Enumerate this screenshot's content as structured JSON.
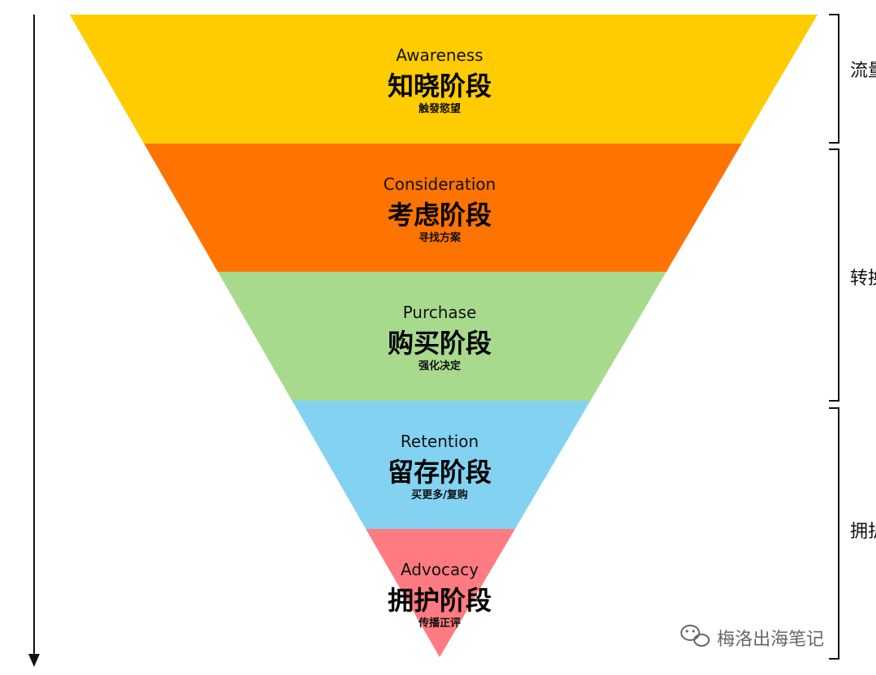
{
  "funnel": {
    "stages": [
      {
        "english": "Awareness",
        "chinese": "知晓阶段",
        "subtitle": "触發慾望",
        "color": "#FFCC00"
      },
      {
        "english": "Consideration",
        "chinese": "考虑阶段",
        "subtitle": "寻找方案",
        "color": "#FF7300"
      },
      {
        "english": "Purchase",
        "chinese": "购买阶段",
        "subtitle": "强化决定",
        "color": "#A8DA8E"
      },
      {
        "english": "Retention",
        "chinese": "留存阶段",
        "subtitle": "买更多/复购",
        "color": "#84D2F2"
      },
      {
        "english": "Advocacy",
        "chinese": "拥护阶段",
        "subtitle": "传播正评",
        "color": "#FF7B82"
      }
    ]
  },
  "brackets": [
    {
      "label": "流量入口"
    },
    {
      "label": "转换"
    },
    {
      "label": "拥护"
    }
  ],
  "watermark": {
    "text": "梅洛出海笔记",
    "icon": "wechat-icon"
  }
}
